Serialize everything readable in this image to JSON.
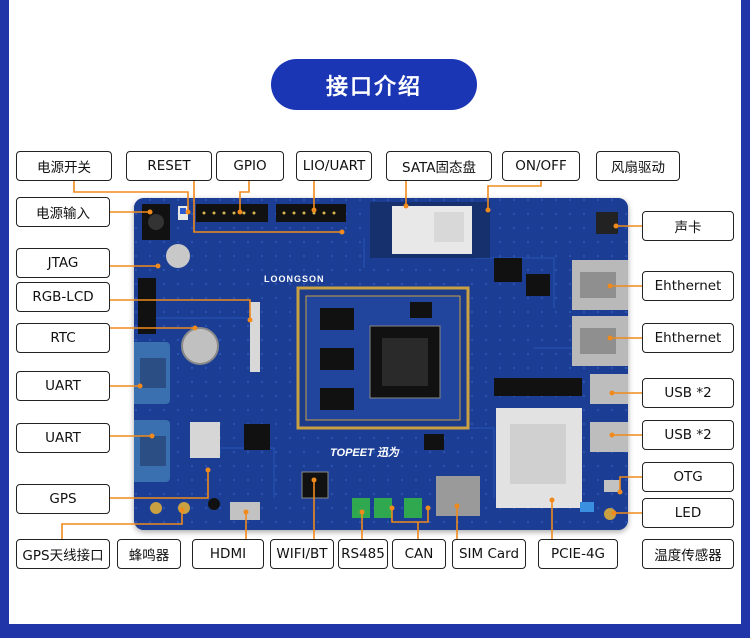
{
  "title": "接口介绍",
  "board_texts": {
    "brand": "LOONGSON",
    "logo": "TOPEET 迅为"
  },
  "labels": {
    "power_switch": "电源开关",
    "reset": "RESET",
    "gpio": "GPIO",
    "lio_uart": "LIO/UART",
    "sata": "SATA固态盘",
    "on_off": "ON/OFF",
    "fan": "风扇驱动",
    "power_in": "电源输入",
    "jtag": "JTAG",
    "rgb_lcd": "RGB-LCD",
    "rtc": "RTC",
    "uart1": "UART",
    "uart2": "UART",
    "gps": "GPS",
    "gps_antenna": "GPS天线接口",
    "buzzer": "蜂鸣器",
    "hdmi": "HDMI",
    "wifi_bt": "WIFI/BT",
    "rs485": "RS485",
    "can": "CAN",
    "sim": "SIM Card",
    "pcie": "PCIE-4G",
    "temp": "温度传感器",
    "sound": "声卡",
    "eth1": "Ehthernet",
    "eth2": "Ehthernet",
    "usb1": "USB *2",
    "usb2": "USB *2",
    "otg": "OTG",
    "led": "LED"
  },
  "colors": {
    "frame": "#1f35a8",
    "title_bg": "#1a36b4",
    "board": "#1a3d92",
    "leader": "#f08a1c",
    "connector_green": "#2fa84f",
    "serial_blue": "#3a6fb0"
  }
}
